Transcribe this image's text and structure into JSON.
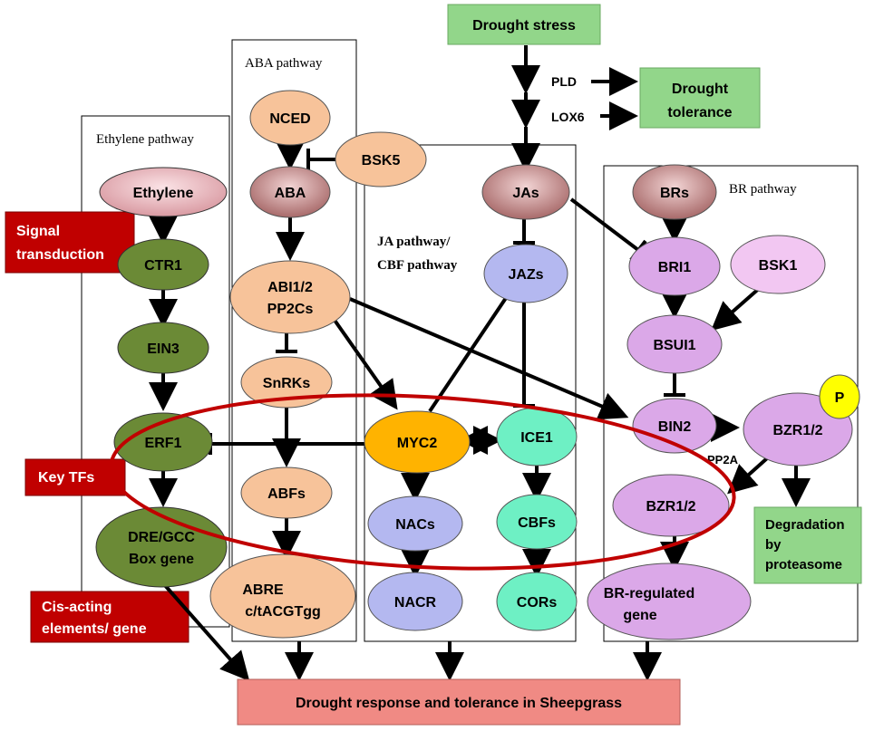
{
  "title_box": "Drought stress",
  "tolerance_box": [
    "Drought",
    "tolerance"
  ],
  "pld": "PLD",
  "lox6": "LOX6",
  "pathways": {
    "ethylene": "Ethylene pathway",
    "aba": "ABA pathway",
    "ja": [
      "JA pathway/",
      "CBF pathway"
    ],
    "br": "BR pathway"
  },
  "labels": {
    "signal": [
      "Signal",
      "transduction"
    ],
    "keytfs": "Key TFs",
    "cis": [
      "Cis-acting",
      "elements/ gene"
    ]
  },
  "nodes": {
    "ethylene": "Ethylene",
    "ctr1": "CTR1",
    "ein3": "EIN3",
    "erf1": "ERF1",
    "dre": [
      "DRE/GCC",
      "Box gene"
    ],
    "nced": "NCED",
    "aba": "ABA",
    "bsk5": "BSK5",
    "abi": [
      "ABI1/2",
      "PP2Cs"
    ],
    "snrks": "SnRKs",
    "abfs": "ABFs",
    "abre": [
      "ABRE",
      "c/tACGTgg"
    ],
    "jas": "JAs",
    "jazs": "JAZs",
    "myc2": "MYC2",
    "ice1": "ICE1",
    "nacs": "NACs",
    "cbfs": "CBFs",
    "nacr": "NACR",
    "cors": "CORs",
    "brs": "BRs",
    "bri1": "BRI1",
    "bsk1": "BSK1",
    "bsui1": "BSUI1",
    "bin2": "BIN2",
    "bzr1_p": "BZR1/2",
    "p": "P",
    "pp2a": "PP2A",
    "bzr1": "BZR1/2",
    "brgene": [
      "BR-regulated",
      "gene"
    ]
  },
  "degradation": [
    "Degradation",
    "by",
    "proteasome"
  ],
  "bottom_box": "Drought response and tolerance in Sheepgrass",
  "colors": {
    "green_box": "#92d68a",
    "red_label": "#c00000",
    "bottom_box": "#f08a84",
    "ethylene_green": "#6b8a36",
    "aba_orange": "#f7c39a",
    "aba_brown": "#c98f8f",
    "ja_blue": "#b4b8f0",
    "cbf_teal": "#6ef0c4",
    "myc2_orange": "#ffb300",
    "br_purple": "#dba8e8",
    "bsk1_pink": "#f2c7f2",
    "p_yellow": "#ffff00",
    "ring_red": "#c00000"
  }
}
